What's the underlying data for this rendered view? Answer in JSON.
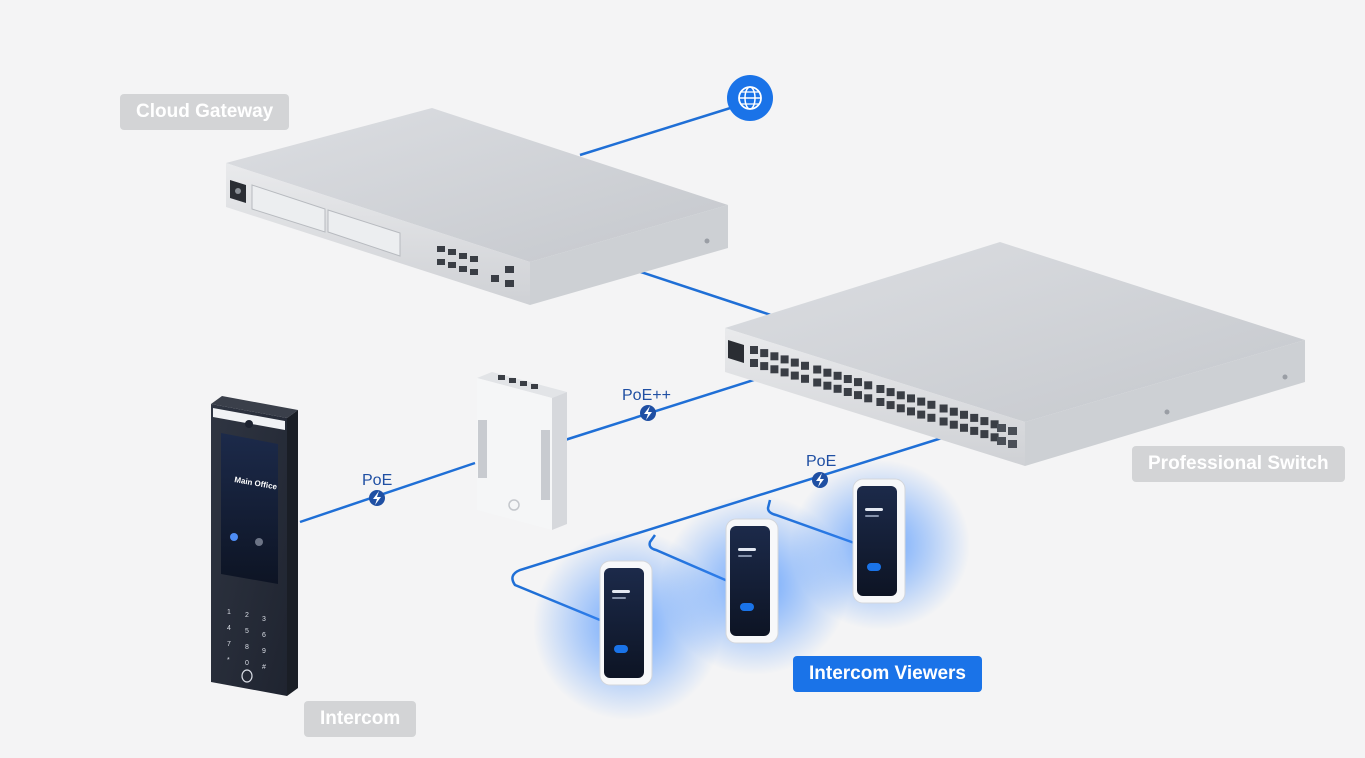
{
  "labels": {
    "cloud_gateway": "Cloud Gateway",
    "professional_switch": "Professional Switch",
    "intercom": "Intercom",
    "intercom_viewers": "Intercom Viewers"
  },
  "links": {
    "poe_plus_plus": "PoE++",
    "poe_intercom": "PoE",
    "poe_viewers": "PoE"
  },
  "intercom_screen": {
    "title": "Main Office"
  },
  "icons": {
    "internet": "globe-icon",
    "power": "lightning-icon"
  },
  "colors": {
    "accent": "#1a73e8",
    "cable": "#1f6fd6",
    "label_inactive": "#d3d4d6",
    "poe_badge": "#1f4fa3",
    "glow": "#3d8bff"
  }
}
